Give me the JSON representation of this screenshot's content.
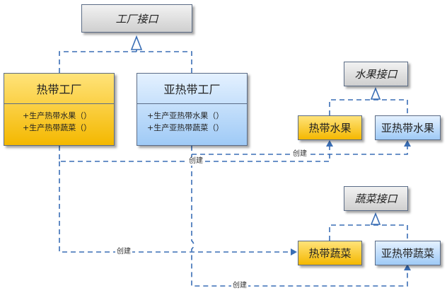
{
  "interfaces": {
    "factory": "工厂接口",
    "fruit": "水果接口",
    "vegetable": "蔬菜接口"
  },
  "factories": {
    "tropical": {
      "title": "热带工厂",
      "methods": [
        "+生产热带水果（）",
        "+生产热带蔬菜（）"
      ]
    },
    "subtropical": {
      "title": "亚热带工厂",
      "methods": [
        "+生产亚热带水果（）",
        "+生产亚热带蔬菜（）"
      ]
    }
  },
  "products": {
    "tropical_fruit": "热带水果",
    "subtropical_fruit": "亚热带水果",
    "tropical_vegetable": "热带蔬菜",
    "subtropical_vegetable": "亚热带蔬菜"
  },
  "relations": {
    "create_label": "创建"
  },
  "colors": {
    "yellow_top": "#ffe37a",
    "yellow_bottom": "#f4b800",
    "blue_top": "#e4f1ff",
    "blue_bottom": "#9fcaf6",
    "line": "#3a6eb5"
  }
}
